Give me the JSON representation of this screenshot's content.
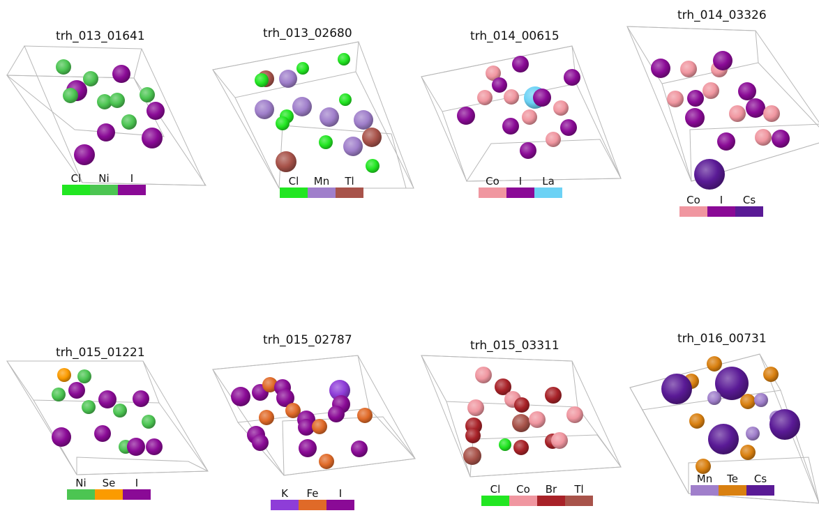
{
  "colors": {
    "Cl": "#22e622",
    "Ni": "#4cc552",
    "I": "#8a0a96",
    "Mn": "#a07fcb",
    "Tl": "#a8534a",
    "Co": "#f096a0",
    "La": "#6cd2f5",
    "Cs": "#5a1a96",
    "Se": "#fb9b00",
    "K": "#8e3dd8",
    "Fe": "#e06a28",
    "Br": "#a82228",
    "Te": "#d98010"
  },
  "panels": [
    {
      "title": "trh_013_01641",
      "legend": [
        "Cl",
        "Ni",
        "I"
      ]
    },
    {
      "title": "trh_013_02680",
      "legend": [
        "Cl",
        "Mn",
        "Tl"
      ]
    },
    {
      "title": "trh_014_00615",
      "legend": [
        "Co",
        "I",
        "La"
      ]
    },
    {
      "title": "trh_014_03326",
      "legend": [
        "Co",
        "I",
        "Cs"
      ]
    },
    {
      "title": "trh_015_01221",
      "legend": [
        "Ni",
        "Se",
        "I"
      ]
    },
    {
      "title": "trh_015_02787",
      "legend": [
        "K",
        "Fe",
        "I"
      ]
    },
    {
      "title": "trh_015_03311",
      "legend": [
        "Cl",
        "Co",
        "Br",
        "Tl"
      ]
    },
    {
      "title": "trh_016_00731",
      "legend": [
        "Mn",
        "Te",
        "Cs"
      ]
    }
  ]
}
